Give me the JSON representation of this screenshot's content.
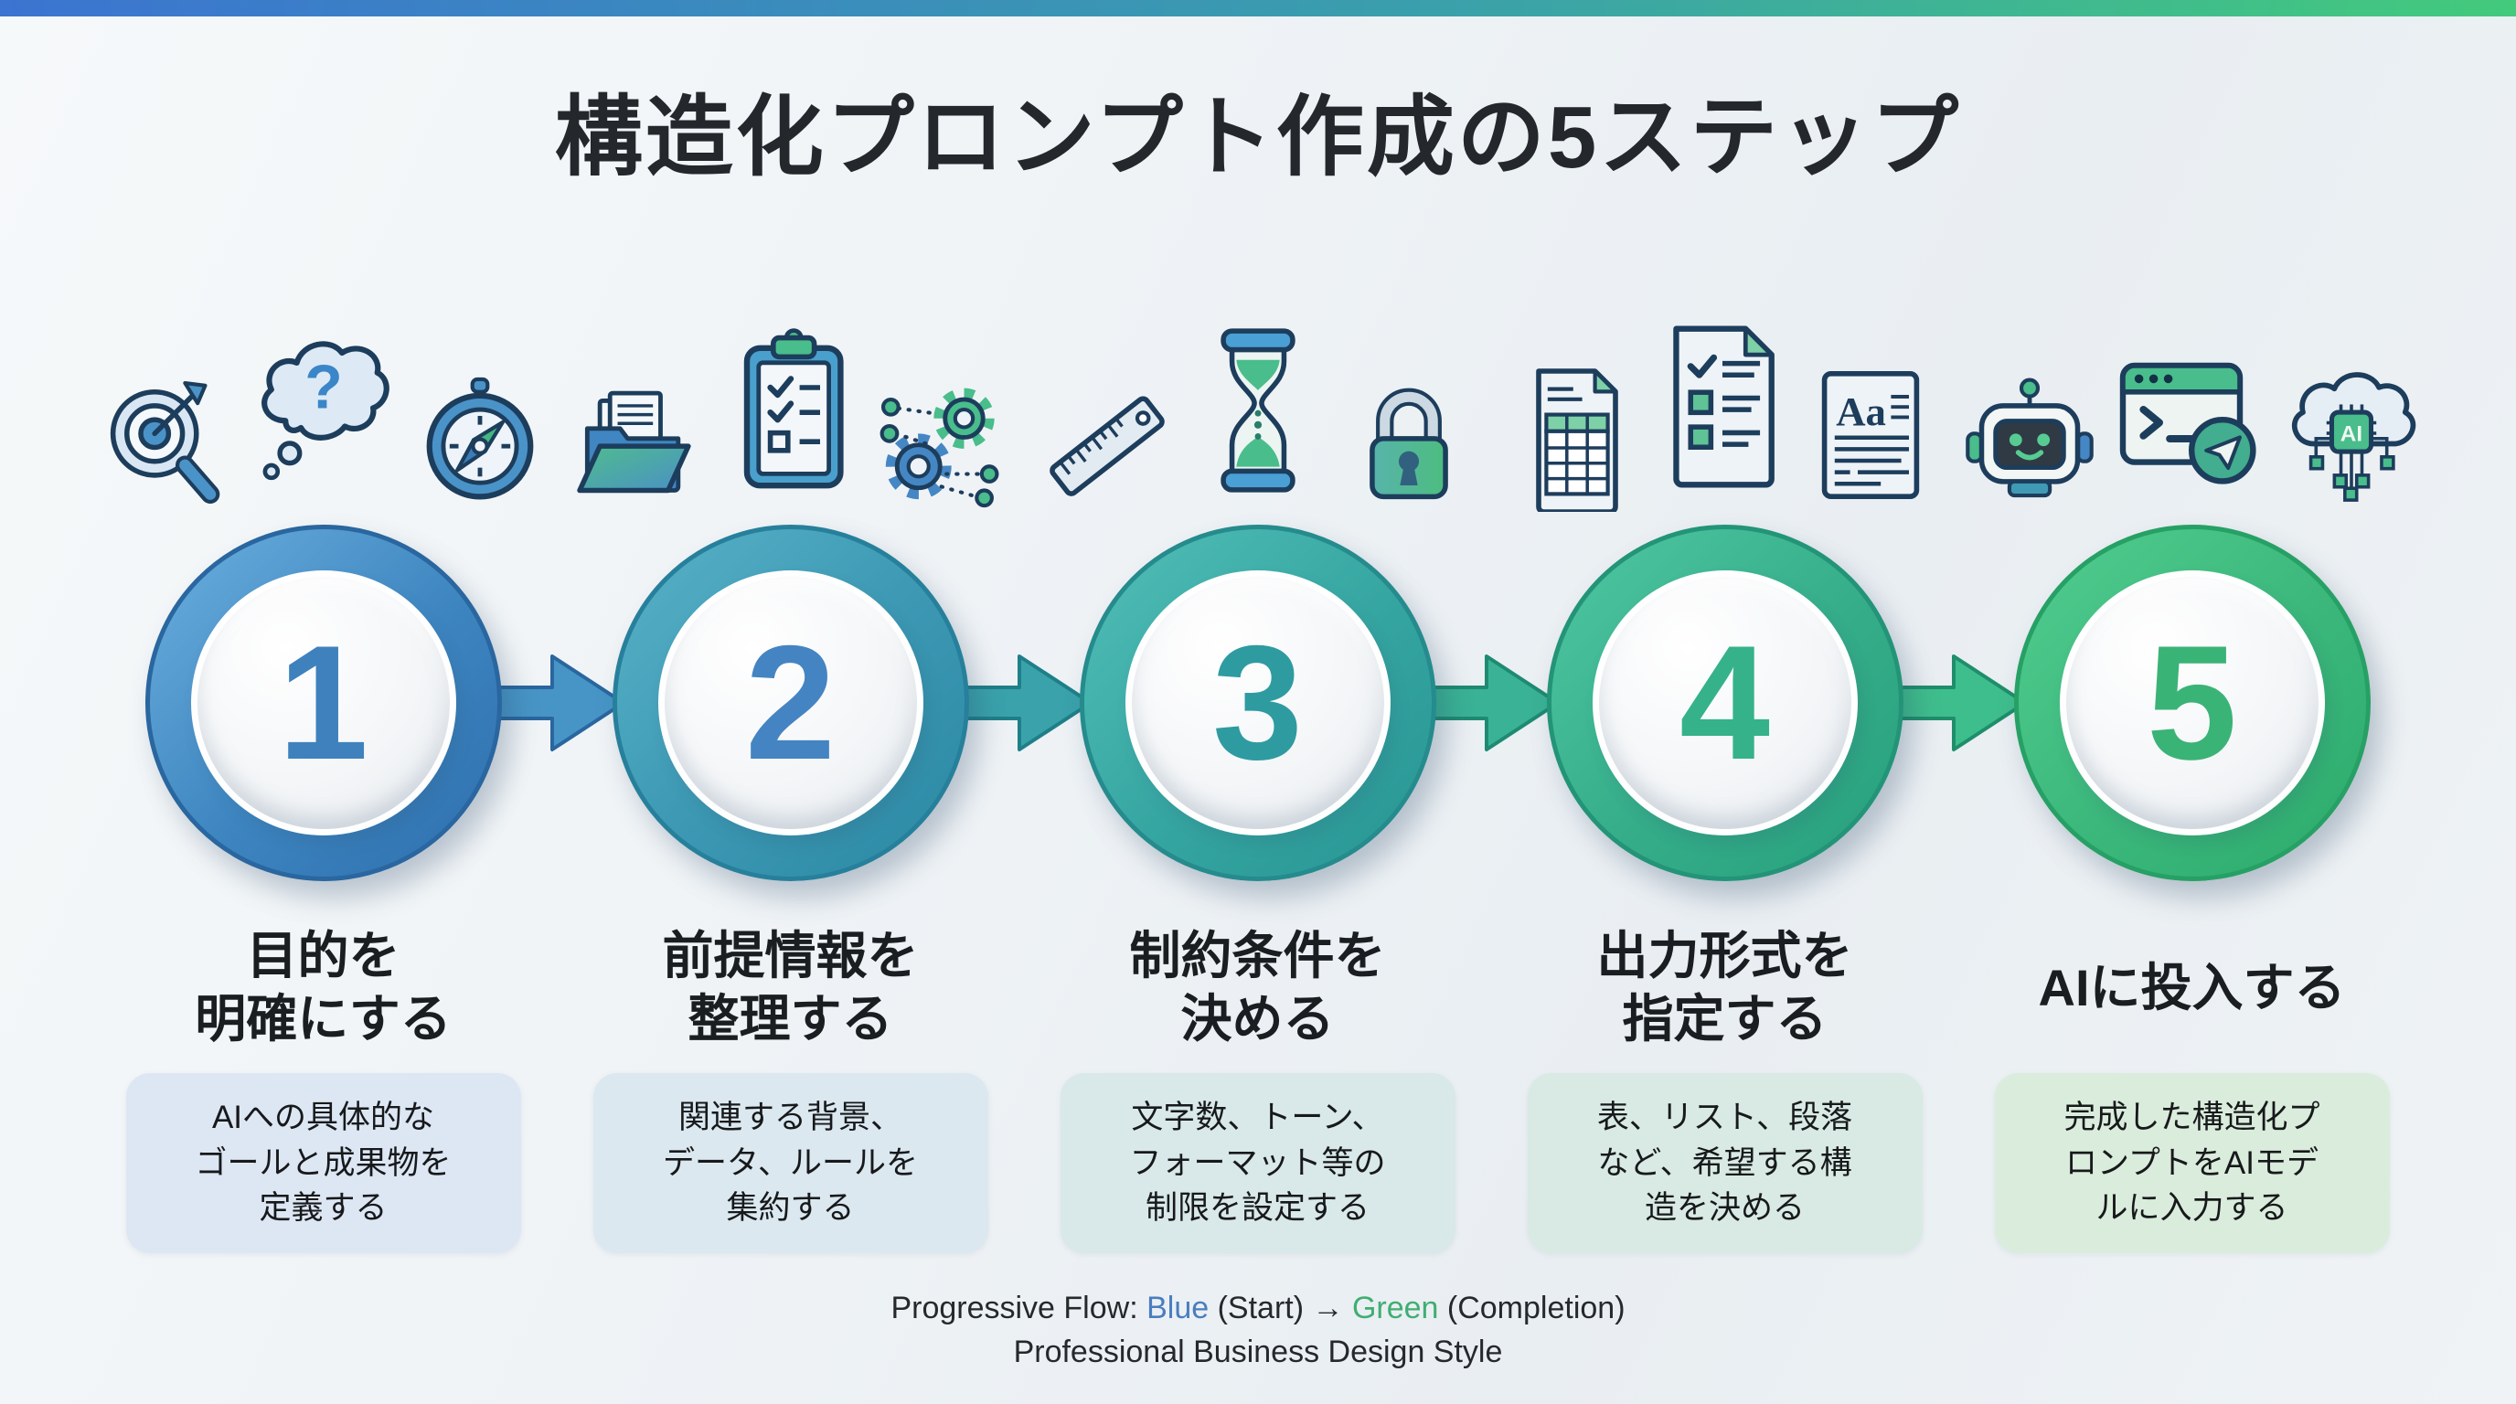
{
  "page": {
    "title": "構造化プロンプト作成の5ステップ",
    "topbar_gradient": [
      "#3b74d1",
      "#3a9ead",
      "#43ca7c"
    ],
    "background": "#eff3f6"
  },
  "steps": [
    {
      "number": "1",
      "title": "目的を\n明確にする",
      "description": "AIへの具体的な\nゴールと成果物を\n定義する",
      "icons": [
        "target-search-icon",
        "thought-question-icon",
        "compass-icon"
      ],
      "ring_color": "#3d85c0",
      "number_color": "#3f81bd",
      "box_bg": "#dde7f4",
      "arrow_color": "#4795c6"
    },
    {
      "number": "2",
      "title": "前提情報を\n整理する",
      "description": "関連する背景、\nデータ、ルールを\n集約する",
      "icons": [
        "folder-documents-icon",
        "clipboard-checklist-icon",
        "gears-network-icon"
      ],
      "ring_color": "#3b97b2",
      "number_color": "#4484c2",
      "box_bg": "#dbe8f0",
      "arrow_color": "#3aa2ab"
    },
    {
      "number": "3",
      "title": "制約条件を\n決める",
      "description": "文字数、トーン、\nフォーマット等の\n制限を設定する",
      "icons": [
        "ruler-icon",
        "hourglass-icon",
        "padlock-icon"
      ],
      "ring_color": "#35a5a1",
      "number_color": "#2e9ba1",
      "box_bg": "#d9e8e8",
      "arrow_color": "#3ab295"
    },
    {
      "number": "4",
      "title": "出力形式を\n指定する",
      "description": "表、リスト、段落\nなど、希望する構\n造を決める",
      "icons": [
        "table-document-icon",
        "checklist-document-icon",
        "text-document-icon"
      ],
      "ring_color": "#35ad89",
      "number_color": "#35b28a",
      "box_bg": "#d8eae3",
      "arrow_color": "#3fbe8d"
    },
    {
      "number": "5",
      "title": "AIに投入する",
      "description": "完成した構造化プ\nロンプトをAIモデ\nルに入力する",
      "icons": [
        "robot-icon",
        "terminal-send-icon",
        "cloud-ai-icon"
      ],
      "ring_color": "#3bb77b",
      "number_color": "#3ab377",
      "box_bg": "#daecdc",
      "arrow_color": null
    }
  ],
  "footer": {
    "line1_prefix": "Progressive Flow: ",
    "line1_blue": "Blue",
    "line1_mid": " (Start) → ",
    "line1_green": "Green",
    "line1_suffix": " (Completion)",
    "line2": "Professional Business Design Style",
    "blue_hex": "#4a7dbf",
    "green_hex": "#3fae72"
  }
}
